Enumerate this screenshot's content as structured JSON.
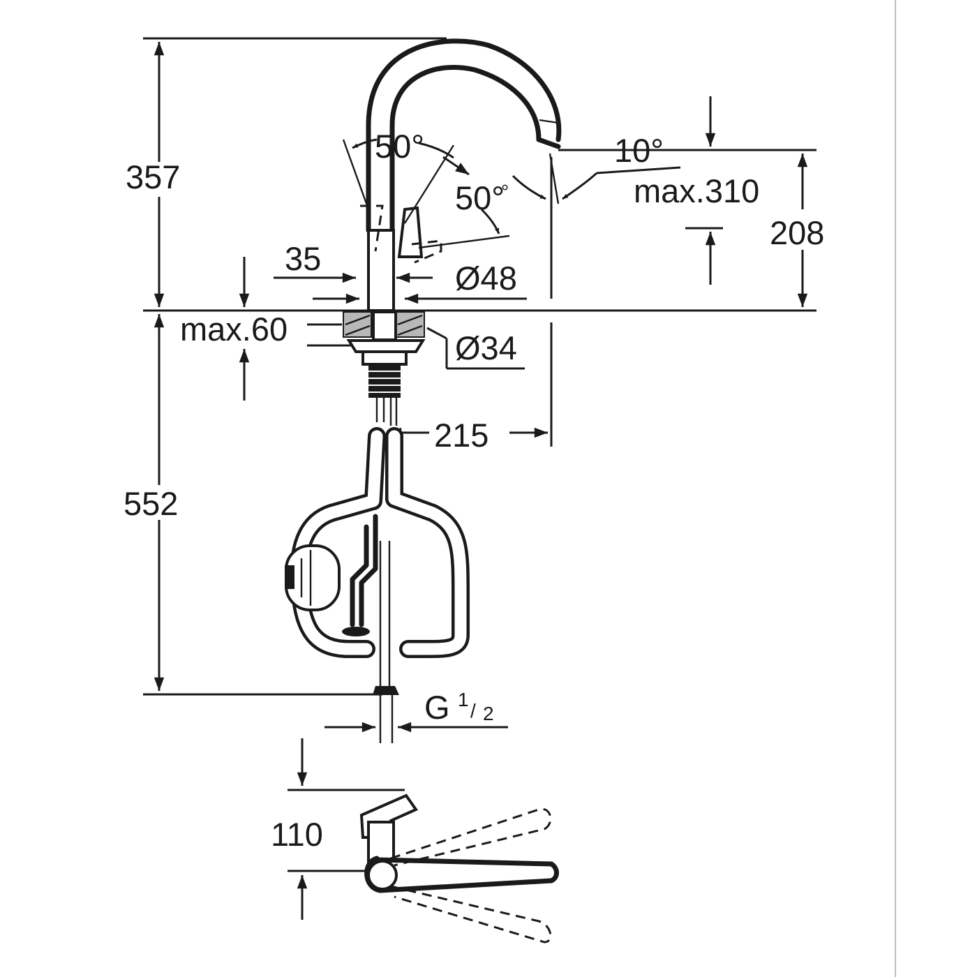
{
  "dimensions": {
    "total_height_above": "357",
    "angle_left": "50°",
    "angle_right": "50°",
    "spout_angle": "10°",
    "spout_height": "max.310",
    "outlet_height": "208",
    "clearance": "35",
    "base_diameter": "Ø48",
    "countertop_thickness": "max.60",
    "hole_diameter": "Ø34",
    "reach": "215",
    "length_below": "552",
    "connection_thread": "G",
    "connection_fraction_num": "1",
    "connection_fraction_den": "2",
    "top_view_height": "110"
  },
  "colors": {
    "line": "#1a1a1a",
    "hatch": "#b8b8b8",
    "frame": "#bdbdbd"
  }
}
